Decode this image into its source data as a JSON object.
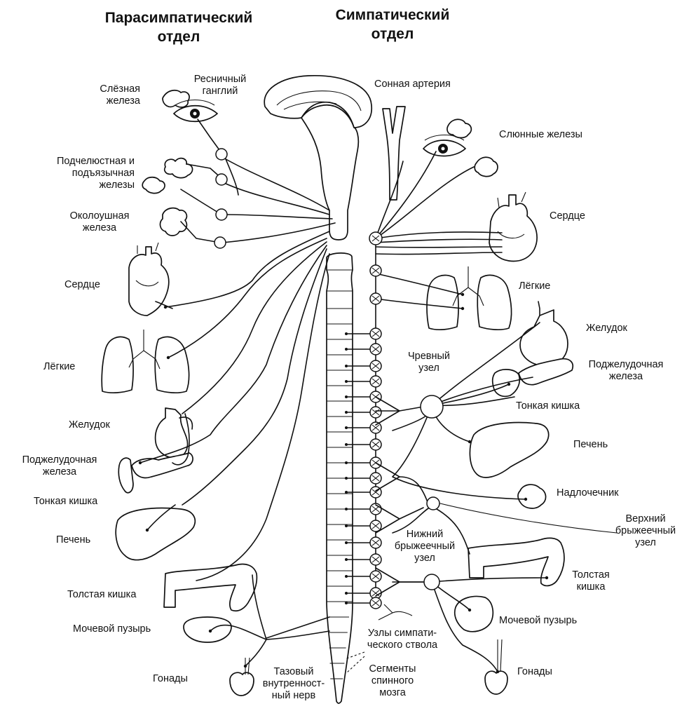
{
  "headers": {
    "parasympathetic": "Парасимпатический\nотдел",
    "sympathetic": "Симпатический\nотдел"
  },
  "left": {
    "lacrimal_gland": "Слёзная\nжелеза",
    "ciliary_ganglion": "Ресничный\nганглий",
    "submandibular": "Подчелюстная и\nподъязычная\nжелезы",
    "parotid": "Околоушная\nжелеза",
    "heart": "Сердце",
    "lungs": "Лёгкие",
    "stomach": "Желудок",
    "pancreas": "Поджелудочная\nжелеза",
    "small_intestine": "Тонкая кишка",
    "liver": "Печень",
    "colon": "Толстая кишка",
    "bladder": "Мочевой пузырь",
    "gonads": "Гонады",
    "pelvic_nerve": "Тазовый\nвнутренност-\nный нерв"
  },
  "right": {
    "carotid": "Сонная артерия",
    "salivary": "Слюнные железы",
    "heart": "Сердце",
    "lungs": "Лёгкие",
    "stomach": "Желудок",
    "celiac": "Чревный\nузел",
    "pancreas": "Поджелудочная\nжелеза",
    "small_intestine": "Тонкая кишка",
    "liver": "Печень",
    "adrenal": "Надлочечник",
    "superior_mesenteric": "Верхний\nбрыжеечный\nузел",
    "inferior_mesenteric": "Нижний\nбрыжеечный\nузел",
    "colon": "Толстая\nкишка",
    "bladder": "Мочевой пузырь",
    "trunk_ganglia": "Узлы симпати-\nческого ствола",
    "spinal_segments": "Сегменты\nспинного\nмозга",
    "gonads": "Гонады"
  }
}
